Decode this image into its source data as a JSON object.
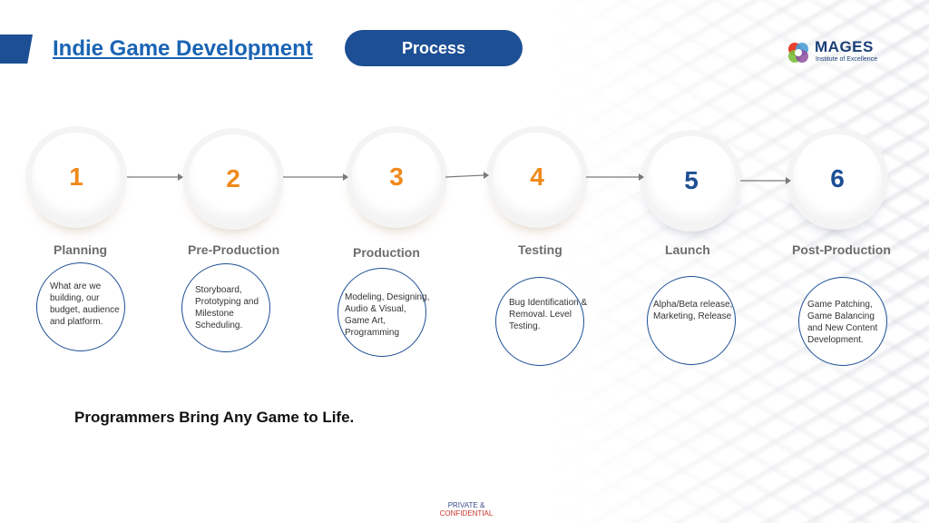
{
  "header": {
    "title": "Indie Game Development",
    "process_label": "Process"
  },
  "logo": {
    "name": "MAGES",
    "tagline": "Institute of Excellence",
    "colors": [
      "#e8412c",
      "#4a9fd8",
      "#7bbf3a",
      "#8e4fa0"
    ]
  },
  "stages": [
    {
      "number": "1",
      "label": "Planning",
      "description": "What are we building, our budget, audience and platform."
    },
    {
      "number": "2",
      "label": "Pre-Production",
      "description": "Storyboard, Prototyping and Milestone Scheduling."
    },
    {
      "number": "3",
      "label": "Production",
      "description": "Modeling, Designing, Audio & Visual, Game Art, Programming"
    },
    {
      "number": "4",
      "label": "Testing",
      "description": "Bug Identification & Removal. Level Testing."
    },
    {
      "number": "5",
      "label": "Launch",
      "description": "Alpha/Beta release, Marketing, Release"
    },
    {
      "number": "6",
      "label": "Post-Production",
      "description": "Game Patching, Game Balancing and New Content Development."
    }
  ],
  "tagline": "Programmers Bring Any Game to Life.",
  "footer": {
    "line1": "PRIVATE &",
    "line2": "CONFIDENTIAL"
  },
  "colors": {
    "brand_blue": "#1d4f95",
    "title_blue": "#1a64b4",
    "number_orange": "#f08a1c",
    "label_gray": "#6d6d6d"
  }
}
